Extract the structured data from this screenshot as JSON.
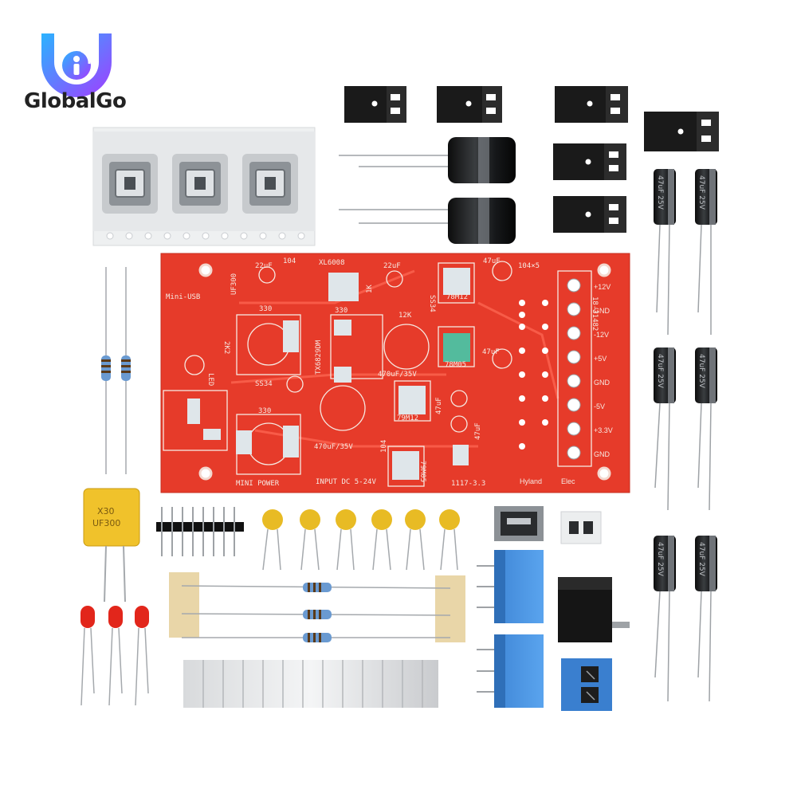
{
  "brand": {
    "name": "GlobalGo",
    "colors": {
      "logo_start": "#3aa0ff",
      "logo_end": "#9b3cff",
      "accent": "#1f1f1f"
    }
  },
  "pcb": {
    "board_color": "#e63b2a",
    "labels": {
      "mini_usb": "Mini-USB",
      "xl6008": "XL6008",
      "c22uf_a": "22uF",
      "c104_a": "104",
      "c22uf_b": "22uF",
      "c47uf_a": "47uF",
      "c104_5": "104×5",
      "uf300": "UF300",
      "l330_a": "330",
      "l330_b": "330",
      "l330_c": "330",
      "r2k2": "2K2",
      "led": "LED",
      "tx6829dm": "TX6829DM",
      "r12k": "12K",
      "r1k_a": "1K",
      "ss34_a": "SS34",
      "ss34_b": "SS34",
      "c470_a": "470uF/35V",
      "c470_b": "470uF/35V",
      "reg_78m12": "78M12",
      "reg_78m05": "78M05",
      "reg_79m12": "79M12",
      "reg_79m05": "79M05",
      "c47uf_b": "47uF",
      "c47uf_c": "47uF",
      "c47uf_d": "47uF",
      "c104_b": "104",
      "ic_code": "18-31482",
      "mini_power": "MINI POWER",
      "input_dc": "INPUT DC 5-24V",
      "reg_1117": "1117-3.3",
      "hyland": "Hyland",
      "elec": "Elec",
      "rail_p12": "+12V",
      "rail_gnd_a": "GND",
      "rail_m12": "-12V",
      "rail_p5": "+5V",
      "rail_gnd_b": "GND",
      "rail_m5": "-5V",
      "rail_p33": "+3.3V",
      "rail_gnd_c": "GND"
    }
  },
  "parts": {
    "cap_small_label": "47uF 25V",
    "fuse_label_line1": "X30",
    "fuse_label_line2": "UF300"
  }
}
